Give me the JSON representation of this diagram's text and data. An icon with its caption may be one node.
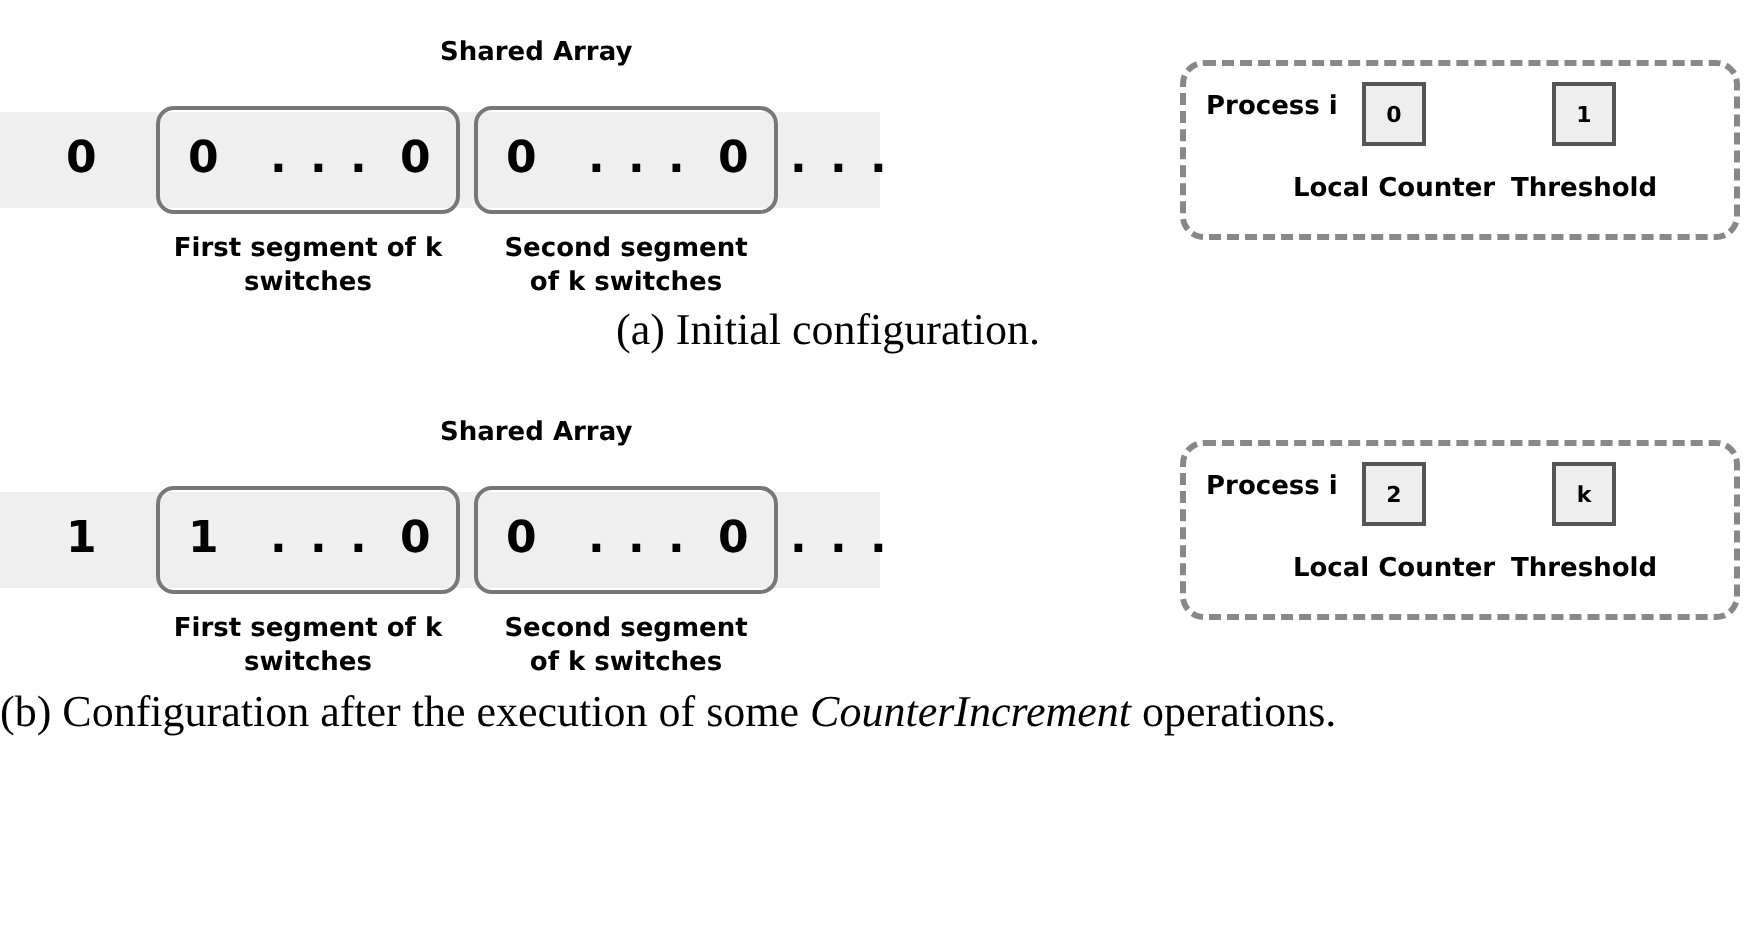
{
  "diagram": {
    "nodes": [
      {
        "text": [
          "Shared Array",
          "0",
          ". . ."
        ]
      },
      {
        "text": [
          "0",
          ". . .",
          "0"
        ],
        "beside": [
          "First segment of k switches"
        ],
        "in": 0
      },
      {
        "text": [
          "0",
          ". . .",
          "0"
        ],
        "beside": [
          "Second segment of k switches"
        ],
        "in": 0
      },
      {
        "text": [
          "Process i"
        ]
      },
      {
        "text": [
          "0"
        ],
        "beside": [
          "Local Counter"
        ],
        "in": 3
      },
      {
        "text": [
          "1"
        ],
        "beside": [
          "Threshold"
        ],
        "in": 3
      },
      {
        "text": [
          "Shared Array",
          "1",
          ". . ."
        ]
      },
      {
        "text": [
          "1",
          ". . .",
          "0"
        ],
        "beside": [
          "First segment of k switches"
        ],
        "in": 6
      },
      {
        "text": [
          "0",
          ". . .",
          "0"
        ],
        "beside": [
          "Second segment of k switches"
        ],
        "in": 6
      },
      {
        "text": [
          "Process i"
        ]
      },
      {
        "text": [
          "2"
        ],
        "beside": [
          "Local Counter"
        ],
        "in": 9
      },
      {
        "text": [
          "k"
        ],
        "beside": [
          "Threshold"
        ],
        "in": 9
      }
    ],
    "edges": [],
    "labels": [
      "(a) Initial configuration.",
      "(b) Configuration after the execution of some *CounterIncrement* operations."
    ]
  }
}
